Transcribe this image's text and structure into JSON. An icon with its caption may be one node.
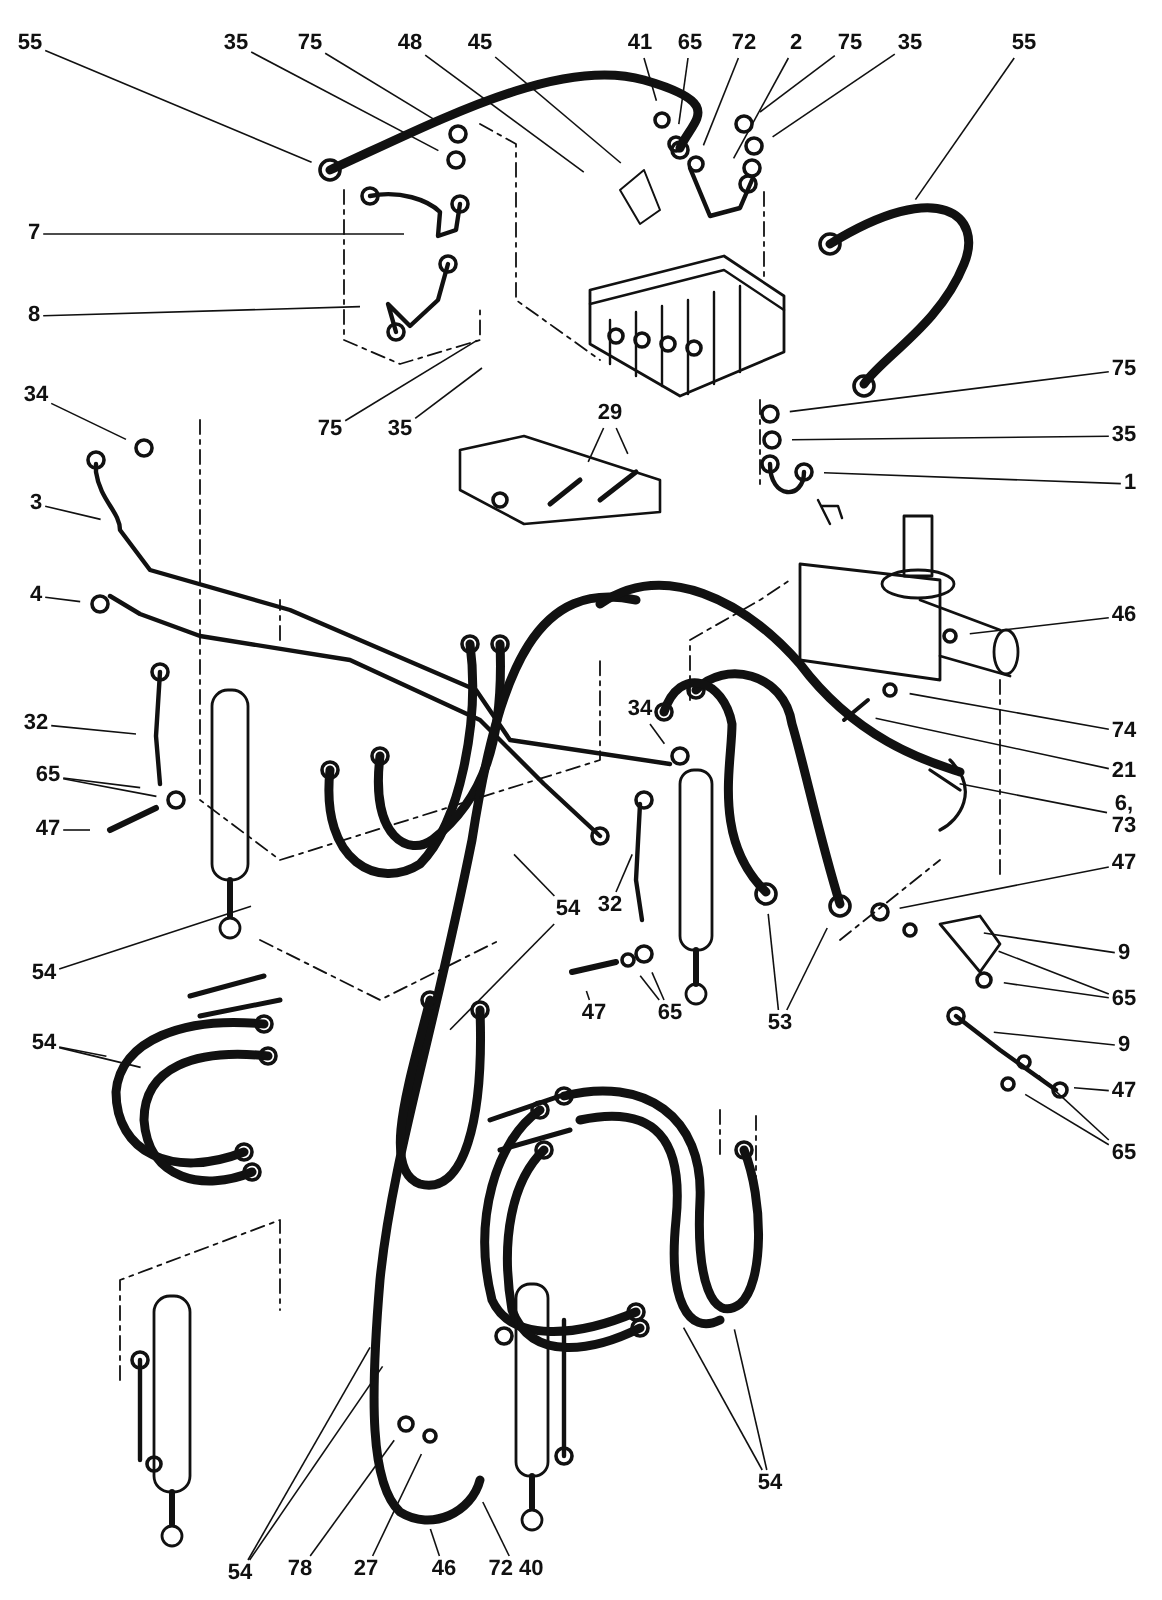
{
  "diagram": {
    "nodes": [
      {
        "text": [
          "55"
        ]
      },
      {
        "text": [
          "35"
        ]
      },
      {
        "text": [
          "75"
        ]
      },
      {
        "text": [
          "48"
        ]
      },
      {
        "text": [
          "45"
        ]
      },
      {
        "text": [
          "41"
        ]
      },
      {
        "text": [
          "65"
        ]
      },
      {
        "text": [
          "72"
        ]
      },
      {
        "text": [
          "2"
        ]
      },
      {
        "text": [
          "75"
        ]
      },
      {
        "text": [
          "35"
        ]
      },
      {
        "text": [
          "55"
        ]
      },
      {
        "text": [
          "7"
        ]
      },
      {
        "text": [
          "8"
        ]
      },
      {
        "text": [
          "75"
        ]
      },
      {
        "text": [
          "35"
        ]
      },
      {
        "text": [
          "34"
        ]
      },
      {
        "text": [
          "3"
        ]
      },
      {
        "text": [
          "4"
        ]
      },
      {
        "text": [
          "32"
        ]
      },
      {
        "text": [
          "65"
        ]
      },
      {
        "text": [
          "47"
        ]
      },
      {
        "text": [
          "54"
        ]
      },
      {
        "text": [
          "54"
        ]
      },
      {
        "text": [
          "29"
        ]
      },
      {
        "text": [
          "75"
        ]
      },
      {
        "text": [
          "35"
        ]
      },
      {
        "text": [
          "1"
        ]
      },
      {
        "text": [
          "46"
        ]
      },
      {
        "text": [
          "74"
        ]
      },
      {
        "text": [
          "21"
        ]
      },
      {
        "text": [
          "6, 73"
        ]
      },
      {
        "text": [
          "34"
        ]
      },
      {
        "text": [
          "32"
        ]
      },
      {
        "text": [
          "47"
        ]
      },
      {
        "text": [
          "65"
        ]
      },
      {
        "text": [
          "53"
        ]
      },
      {
        "text": [
          "47"
        ]
      },
      {
        "text": [
          "9"
        ]
      },
      {
        "text": [
          "65"
        ]
      },
      {
        "text": [
          "9"
        ]
      },
      {
        "text": [
          "47"
        ]
      },
      {
        "text": [
          "65"
        ]
      },
      {
        "text": [
          "54"
        ]
      },
      {
        "text": [
          "54"
        ]
      },
      {
        "text": [
          "78"
        ]
      },
      {
        "text": [
          "27"
        ]
      },
      {
        "text": [
          "46"
        ]
      },
      {
        "text": [
          "72 40"
        ]
      },
      {
        "text": [
          "54"
        ]
      }
    ],
    "edges": [
      {
        "from": 0,
        "to": null,
        "arrow": "none"
      },
      {
        "from": 1,
        "to": null,
        "arrow": "none"
      },
      {
        "from": 2,
        "to": null,
        "arrow": "none"
      },
      {
        "from": 3,
        "to": null,
        "arrow": "none"
      },
      {
        "from": 4,
        "to": null,
        "arrow": "none"
      },
      {
        "from": 5,
        "to": null,
        "arrow": "none"
      },
      {
        "from": 6,
        "to": null,
        "arrow": "none"
      },
      {
        "from": 7,
        "to": null,
        "arrow": "none"
      },
      {
        "from": 8,
        "to": null,
        "arrow": "none"
      },
      {
        "from": 9,
        "to": null,
        "arrow": "none"
      },
      {
        "from": 10,
        "to": null,
        "arrow": "none"
      },
      {
        "from": 11,
        "to": null,
        "arrow": "none"
      },
      {
        "from": 12,
        "to": null,
        "arrow": "none"
      },
      {
        "from": 13,
        "to": null,
        "arrow": "none"
      },
      {
        "from": 14,
        "to": null,
        "arrow": "none"
      },
      {
        "from": 15,
        "to": null,
        "arrow": "none"
      },
      {
        "from": 16,
        "to": null,
        "arrow": "none"
      },
      {
        "from": 17,
        "to": null,
        "arrow": "none"
      },
      {
        "from": 18,
        "to": null,
        "arrow": "none"
      },
      {
        "from": 19,
        "to": null,
        "arrow": "none"
      },
      {
        "from": 20,
        "to": null,
        "arrow": "none"
      },
      {
        "from": 20,
        "to": null,
        "arrow": "none"
      },
      {
        "from": 21,
        "to": null,
        "arrow": "none"
      },
      {
        "from": 22,
        "to": null,
        "arrow": "none"
      },
      {
        "from": 23,
        "to": null,
        "arrow": "none"
      },
      {
        "from": 23,
        "to": null,
        "arrow": "none"
      },
      {
        "from": 24,
        "to": null,
        "arrow": "none"
      },
      {
        "from": 24,
        "to": null,
        "arrow": "none"
      },
      {
        "from": 25,
        "to": null,
        "arrow": "none"
      },
      {
        "from": 26,
        "to": null,
        "arrow": "none"
      },
      {
        "from": 27,
        "to": null,
        "arrow": "none"
      },
      {
        "from": 28,
        "to": null,
        "arrow": "none"
      },
      {
        "from": 29,
        "to": null,
        "arrow": "none"
      },
      {
        "from": 30,
        "to": null,
        "arrow": "none"
      },
      {
        "from": 31,
        "to": null,
        "arrow": "none"
      },
      {
        "from": 32,
        "to": null,
        "arrow": "none"
      },
      {
        "from": 33,
        "to": null,
        "arrow": "none"
      },
      {
        "from": 34,
        "to": null,
        "arrow": "none"
      },
      {
        "from": 35,
        "to": null,
        "arrow": "none"
      },
      {
        "from": 35,
        "to": null,
        "arrow": "none"
      },
      {
        "from": 36,
        "to": null,
        "arrow": "none"
      },
      {
        "from": 36,
        "to": null,
        "arrow": "none"
      },
      {
        "from": 37,
        "to": null,
        "arrow": "none"
      },
      {
        "from": 38,
        "to": null,
        "arrow": "none"
      },
      {
        "from": 39,
        "to": null,
        "arrow": "none"
      },
      {
        "from": 39,
        "to": null,
        "arrow": "none"
      },
      {
        "from": 40,
        "to": null,
        "arrow": "none"
      },
      {
        "from": 41,
        "to": null,
        "arrow": "none"
      },
      {
        "from": 42,
        "to": null,
        "arrow": "none"
      },
      {
        "from": 42,
        "to": null,
        "arrow": "none"
      },
      {
        "from": 43,
        "to": null,
        "arrow": "none"
      },
      {
        "from": 43,
        "to": null,
        "arrow": "none"
      },
      {
        "from": 44,
        "to": null,
        "arrow": "none"
      },
      {
        "from": 44,
        "to": null,
        "arrow": "none"
      },
      {
        "from": 45,
        "to": null,
        "arrow": "none"
      },
      {
        "from": 46,
        "to": null,
        "arrow": "none"
      },
      {
        "from": 47,
        "to": null,
        "arrow": "none"
      },
      {
        "from": 48,
        "to": null,
        "arrow": "none"
      },
      {
        "from": 49,
        "to": null,
        "arrow": "none"
      },
      {
        "from": 49,
        "to": null,
        "arrow": "none"
      }
    ]
  }
}
